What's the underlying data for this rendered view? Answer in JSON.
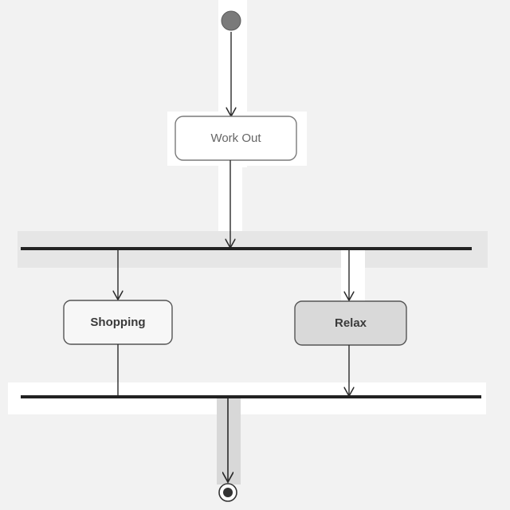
{
  "diagram": {
    "type": "uml-activity",
    "nodes": {
      "start": {
        "kind": "initial"
      },
      "work_out": {
        "kind": "action",
        "label": "Work Out"
      },
      "fork": {
        "kind": "fork"
      },
      "shopping": {
        "kind": "action",
        "label": "Shopping"
      },
      "relax": {
        "kind": "action",
        "label": "Relax"
      },
      "join": {
        "kind": "join"
      },
      "end": {
        "kind": "final"
      }
    },
    "edges": [
      {
        "from": "start",
        "to": "work_out"
      },
      {
        "from": "work_out",
        "to": "fork"
      },
      {
        "from": "fork",
        "to": "shopping"
      },
      {
        "from": "fork",
        "to": "relax"
      },
      {
        "from": "shopping",
        "to": "join"
      },
      {
        "from": "relax",
        "to": "join"
      },
      {
        "from": "join",
        "to": "end"
      }
    ]
  },
  "colors": {
    "background": "#f2f2f2",
    "line": "#2a2a2a",
    "initial_fill": "#7a7a7a",
    "work_out_fill": "#ffffff",
    "shopping_fill": "#f7f7f7",
    "relax_fill": "#d9d9d9",
    "node_stroke": "#555555"
  }
}
